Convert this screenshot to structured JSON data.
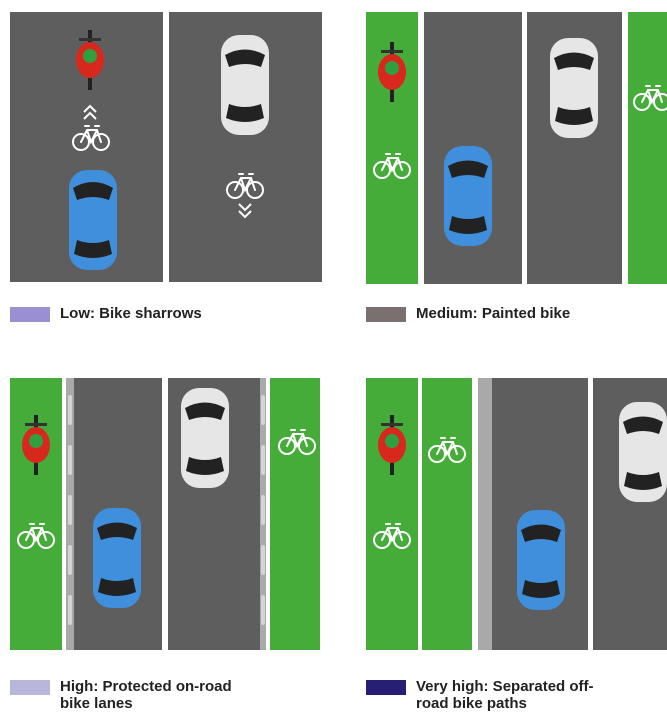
{
  "colors": {
    "road": "#5e5e5e",
    "green_lane": "#45ac3a",
    "car_blue": "#3f8fdc",
    "car_white": "#e6e6e6",
    "cyclist_red": "#d8281e"
  },
  "legend": [
    {
      "label": "Low: Bike sharrows",
      "swatch": "#9a8fd0"
    },
    {
      "label": "Medium: Painted bike",
      "swatch": "#7a7070"
    },
    {
      "label": "High: Protected on-road bike lanes",
      "swatch": "#b9b6dc"
    },
    {
      "label": "Very high: Separated off-road bike paths",
      "swatch": "#261f73"
    }
  ],
  "icons": [
    "bicycle-icon",
    "sharrow-chevron-icon",
    "car-icon",
    "cyclist-icon"
  ]
}
